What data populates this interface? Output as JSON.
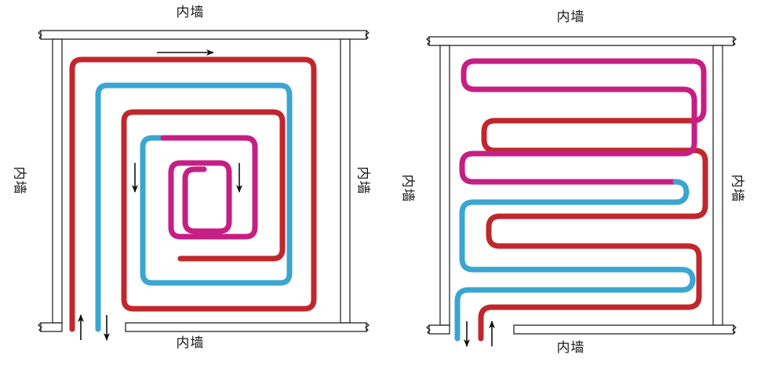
{
  "figure": {
    "title_visible": false,
    "colors": {
      "red": "#c0272d",
      "blue": "#3aa6d1",
      "magenta": "#c71e83",
      "wall_stroke": "#1a1a1a",
      "wall_fill": "#ffffff",
      "arrow": "#111111",
      "background": "#ffffff"
    },
    "pipe_width": 7
  },
  "panels": [
    {
      "id": "spiral",
      "name": "counterflow-spiral-layout",
      "labels": {
        "top": "内墙",
        "bottom": "内墙",
        "left": "内墙",
        "right": "内墙"
      },
      "pipes": [
        {
          "name": "supply-pipe",
          "color_key": "red",
          "role": "supply"
        },
        {
          "name": "transition-pipe",
          "color_key": "blue",
          "role": "transition"
        },
        {
          "name": "return-pipe",
          "color_key": "magenta",
          "role": "return-core"
        }
      ],
      "arrows": [
        {
          "name": "flow-arrow-top",
          "direction": "right"
        },
        {
          "name": "flow-arrow-inner-left",
          "direction": "down"
        },
        {
          "name": "flow-arrow-core-right",
          "direction": "down"
        },
        {
          "name": "inlet-arrow",
          "direction": "up"
        },
        {
          "name": "outlet-arrow",
          "direction": "down"
        }
      ]
    },
    {
      "id": "serpentine",
      "name": "serpentine-layout",
      "labels": {
        "top": "内墙",
        "bottom": "内墙",
        "left": "内墙",
        "right": "内墙"
      },
      "pipes": [
        {
          "name": "supply-pipe",
          "color_key": "red",
          "role": "supply"
        },
        {
          "name": "mid-pipe",
          "color_key": "magenta",
          "role": "hot-zone"
        },
        {
          "name": "return-pipe",
          "color_key": "blue",
          "role": "return"
        }
      ],
      "arrows": [
        {
          "name": "inlet-arrow",
          "direction": "up"
        },
        {
          "name": "outlet-arrow",
          "direction": "down"
        }
      ]
    }
  ]
}
